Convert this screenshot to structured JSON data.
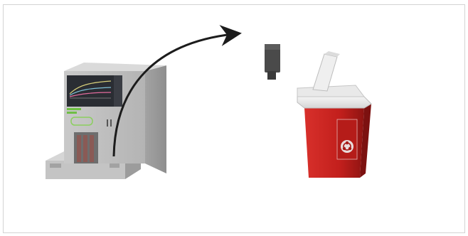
{
  "illustration": {
    "steps": [
      {
        "object": "analyzer-instrument"
      },
      {
        "object": "used-cartridge"
      },
      {
        "object": "sharps-container"
      }
    ],
    "container_symbol": "biohazard-icon",
    "colors": {
      "analyzer_body": "#b9b9b9",
      "analyzer_panel": "#2a2d33",
      "container_red": "#c8221f",
      "arrow": "#1c1c1c"
    }
  }
}
